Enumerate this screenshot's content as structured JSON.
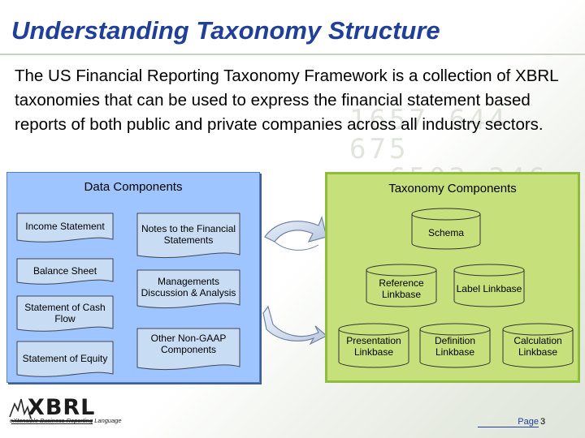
{
  "slide": {
    "title": "Understanding Taxonomy Structure",
    "intro": "The US Financial Reporting Taxonomy Framework is a collection of XBRL taxonomies that can be used to express the financial statement based reports of both public and private companies across all industry sectors."
  },
  "data_components": {
    "heading": "Data Components",
    "left": [
      "Income Statement",
      "Balance Sheet",
      "Statement of Cash Flow",
      "Statement of Equity"
    ],
    "right": [
      "Notes to the Financial Statements",
      "Managements Discussion & Analysis",
      "Other Non-GAAP Components"
    ]
  },
  "taxonomy_components": {
    "heading": "Taxonomy Components",
    "schema": "Schema",
    "level2": [
      "Reference Linkbase",
      "Label Linkbase"
    ],
    "level3": [
      "Presentation Linkbase",
      "Definition Linkbase",
      "Calculation Linkbase"
    ]
  },
  "footer": {
    "logo_word": "XBRL",
    "logo_tagline": "eXtensible Business Reporting Language",
    "page_label": "Page",
    "page_number": "3"
  },
  "colors": {
    "title": "#1f3f99",
    "data_panel": "#9ec5ff",
    "taxonomy_panel": "#c6e07b",
    "box_fill": "#c8dcf4",
    "cylinder_fill": "#c6e07b"
  }
}
